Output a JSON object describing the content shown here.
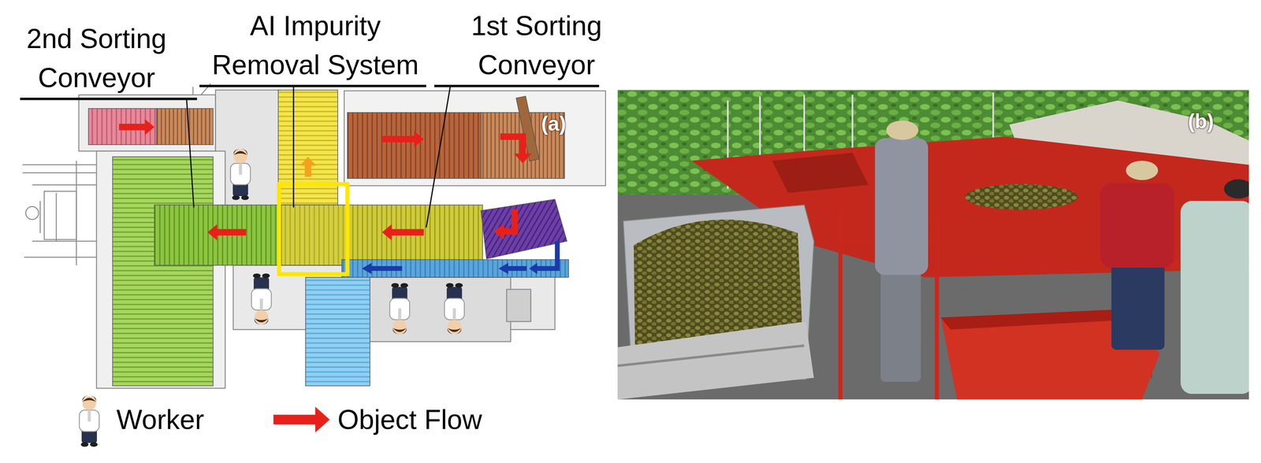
{
  "diagram": {
    "labels": [
      "2nd Sorting Conveyor",
      "AI Impurity Removal System",
      "1st Sorting Conveyor",
      "(a)",
      "(b)"
    ],
    "legend": [
      {
        "text": "Worker"
      },
      {
        "text": "Object Flow"
      }
    ]
  }
}
